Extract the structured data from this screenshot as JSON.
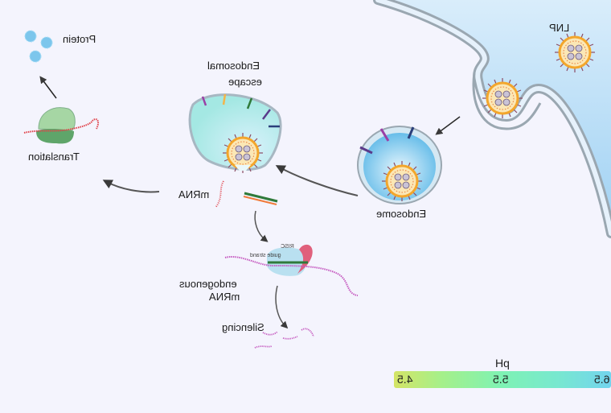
{
  "diagram": {
    "title": "LNP-mediated mRNA / siRNA delivery pathway",
    "mirrored": true,
    "labels": {
      "lnp": "LNP",
      "endosome": "Endosome",
      "endosomal_escape_line1": "Endosomal",
      "endosomal_escape_line2": "escape",
      "mrna": "mRNA",
      "translation": "Translation",
      "protein": "Protein",
      "risc": "RISC",
      "guide_strand": "guide strand",
      "endogenous_line1": "endogenous",
      "endogenous_line2": "mRNA",
      "silencing": "Silencing"
    },
    "ph_scale": {
      "label": "pH",
      "ticks": [
        "6.5",
        "5.5",
        "4.5"
      ]
    },
    "colors": {
      "background": "#f4f4fd",
      "extracellular": "#cfe6f8",
      "membrane": "#9aa7b1",
      "membrane_inner": "#e6f1fb",
      "lnp_core": "#f3a62c",
      "lnp_spikes": "#8a4b63",
      "endosome_fill": "#8fd0f2",
      "escape_fill": "#b5ece9",
      "mrna_red": "#e0434b",
      "sirna_green": "#2f7a3a",
      "sirna_orange": "#f07a3a",
      "endogenous_purple": "#c55bc0",
      "ribosome_light": "#a6d6a4",
      "ribosome_dark": "#5fa56a",
      "protein_blue": "#7cc6ec",
      "risc_fill": "#b9e0f0",
      "argonaute_pink": "#e0607c",
      "arrow": "#3a3a3a"
    }
  }
}
